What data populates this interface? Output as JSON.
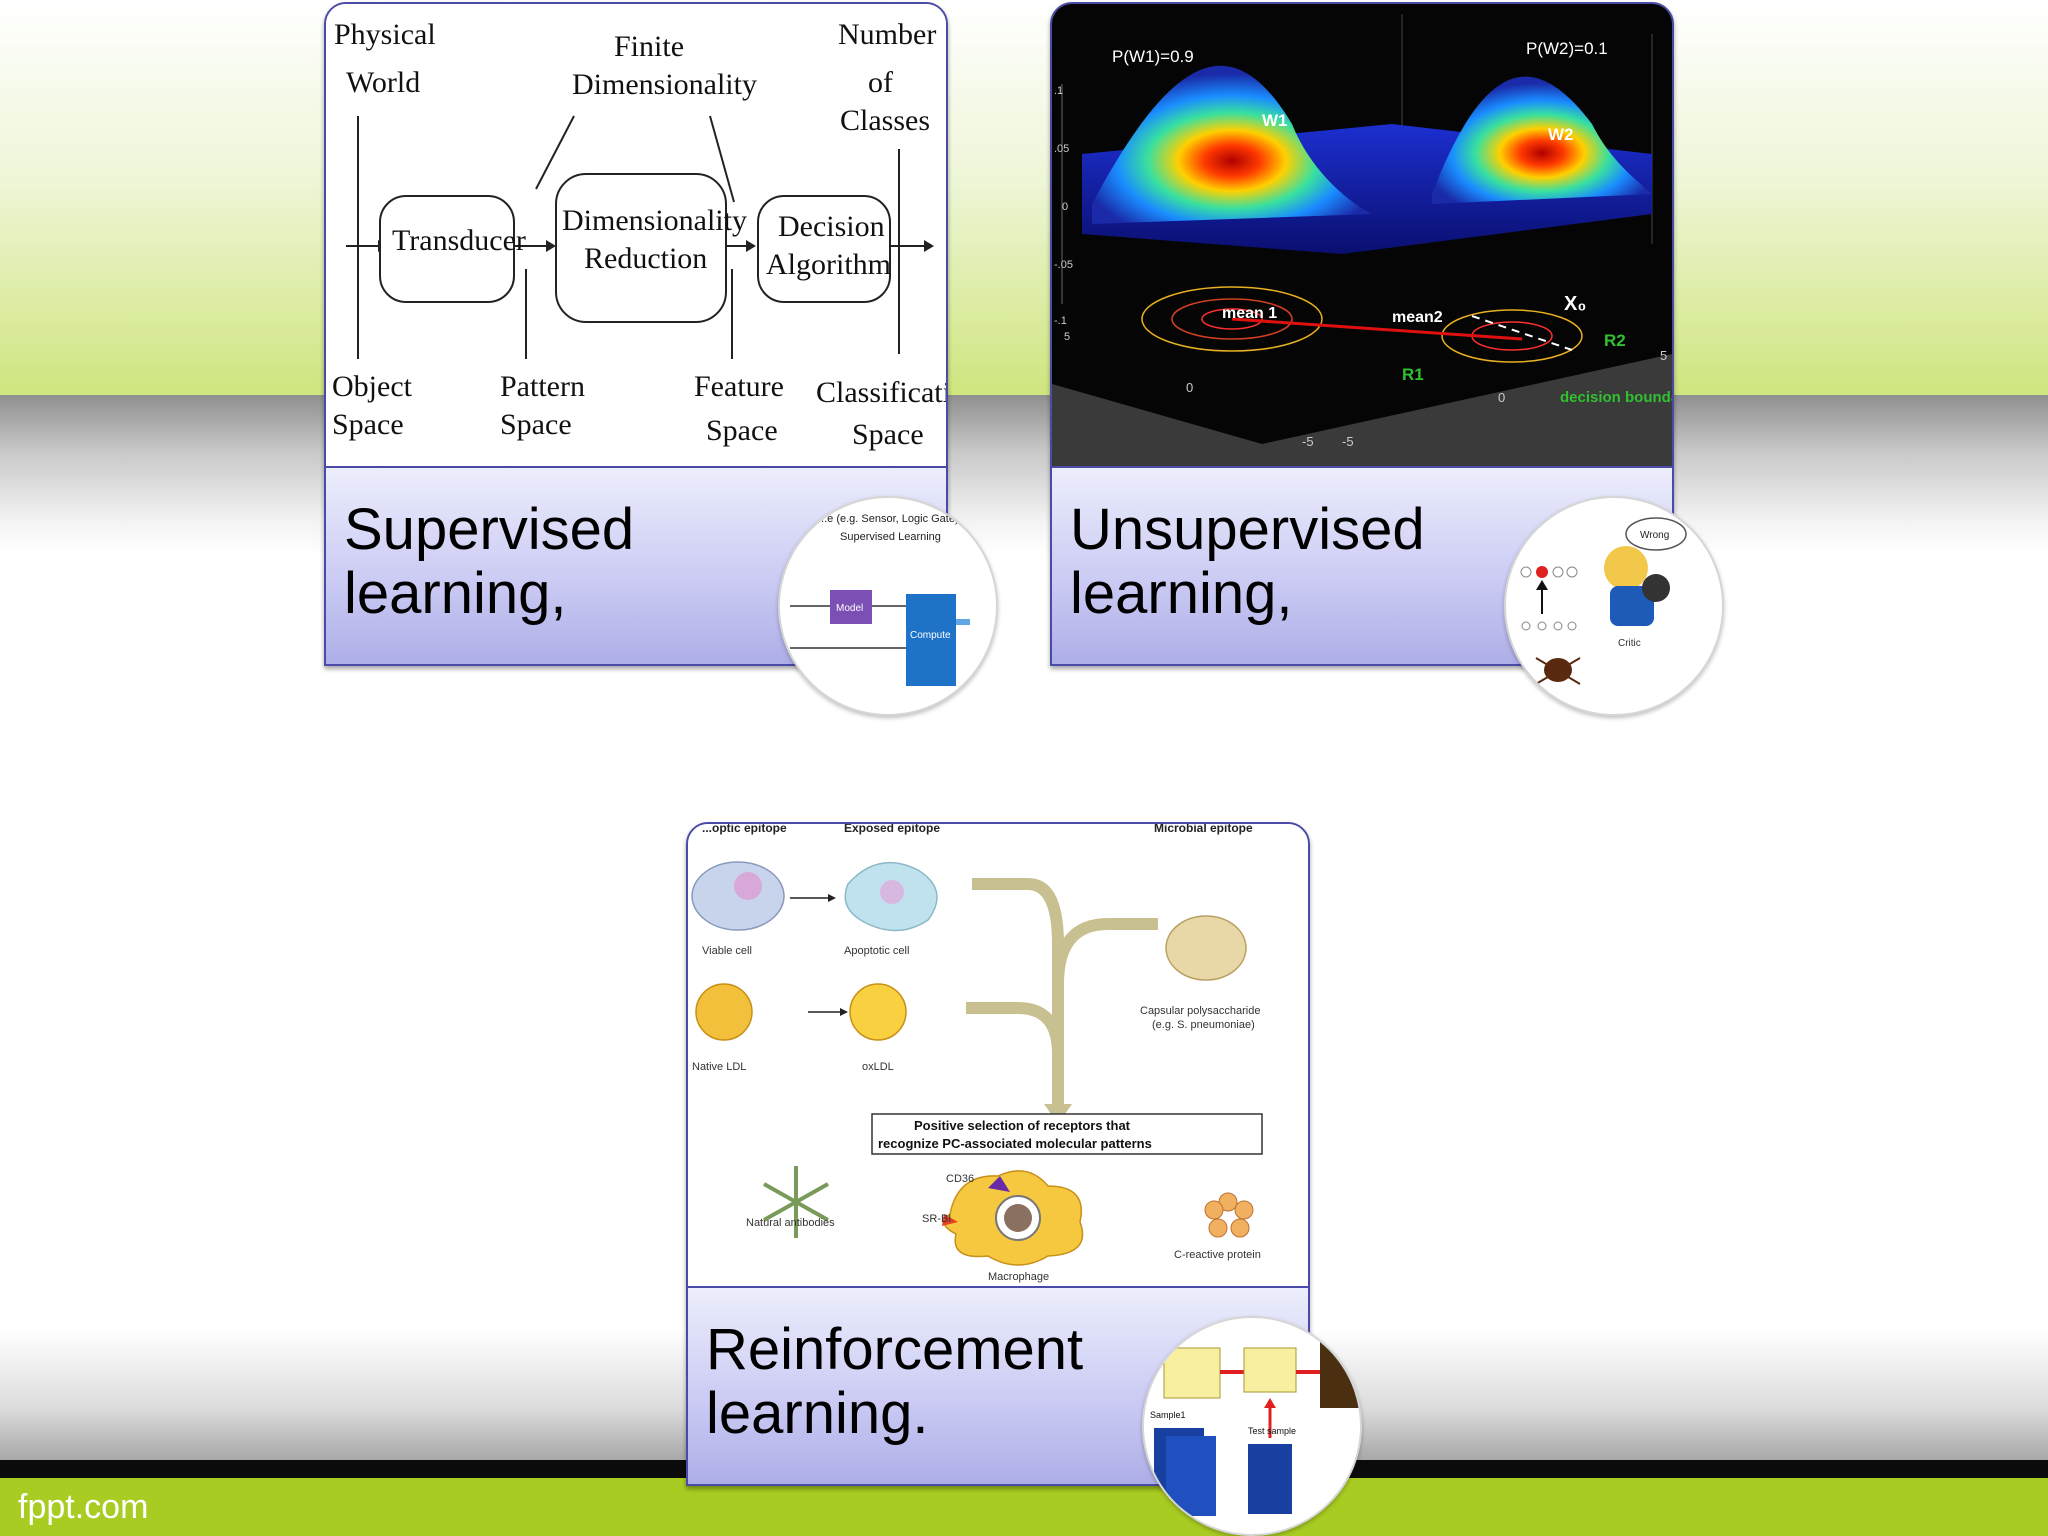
{
  "footer": {
    "brand": "fppt.com"
  },
  "cards": {
    "supervised": {
      "caption": "Supervised learning,",
      "diagram": {
        "physical_world": "Physical World",
        "finite_dimensionality": "Finite Dimensionality",
        "number_of_classes": "Number of Classes",
        "transducer": "Transducer",
        "dim_reduction_1": "Dimensionality",
        "dim_reduction_2": "Reduction",
        "decision_1": "Decision",
        "decision_2": "Algorithm",
        "object_space": "Object Space",
        "pattern_space": "Pattern Space",
        "feature_space": "Feature Space",
        "classification_space": "Classification Space"
      },
      "circle_text": {
        "line1": "...e (e.g. Sensor, Logic Gate)",
        "line2": "Supervised Learning",
        "box": "Model",
        "big": "Compute"
      }
    },
    "unsupervised": {
      "caption": "Unsupervised learning,",
      "plot": {
        "pw1": "P(W1)=0.9",
        "pw2": "P(W2)=0.1",
        "w1": "W1",
        "w2": "W2",
        "mean1": "mean 1",
        "mean2": "mean2",
        "x0": "X₀",
        "r1": "R1",
        "r2": "R2",
        "decision": "decision boundary",
        "tick_01": ".1",
        "tick_005": ".05",
        "tick_0": "0",
        "tick_m005": "-.05",
        "tick_m01": "-.1",
        "tick_5": "5",
        "tick_x0": "0",
        "tick_m5a": "-5",
        "tick_m5b": "-5",
        "tick_y0": "0",
        "tick_y5": "5"
      },
      "circle_text": {
        "bubble": "Wrong",
        "critic": "Critic"
      }
    },
    "reinforcement": {
      "caption": "Reinforcement learning.",
      "diagram": {
        "top_left": "...optic epitope",
        "top_mid": "Exposed epitope",
        "top_right": "Microbial epitope",
        "viable": "Viable cell",
        "apoptotic": "Apoptotic cell",
        "native_ldl": "Native LDL",
        "oxldl": "oxLDL",
        "capsular_1": "Capsular polysaccharide",
        "capsular_2": "(e.g. S. pneumoniae)",
        "positive_1": "Positive selection of receptors that",
        "positive_2": "recognize PC-associated molecular patterns",
        "cd36": "CD36",
        "srbi": "SR-BI",
        "natural_ab": "Natural antibodies",
        "macrophage": "Macrophage",
        "crp": "C-reactive protein"
      },
      "circle_text": {
        "sample1": "Sample1",
        "sample2": "Test sample"
      }
    }
  }
}
